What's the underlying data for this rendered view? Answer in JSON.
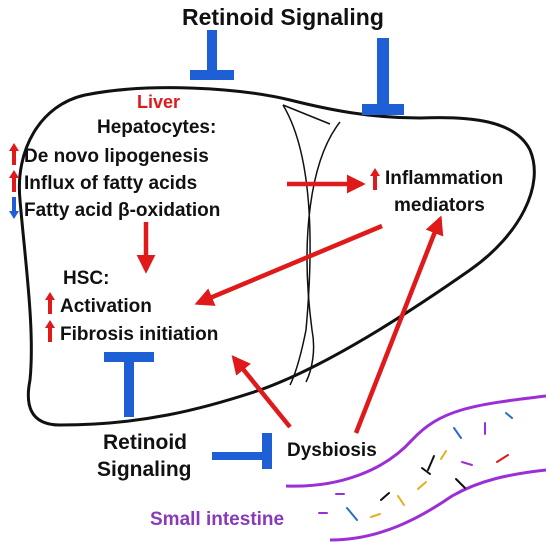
{
  "colors": {
    "inhibit": "#1f5fd6",
    "increase": "#e0191b",
    "decrease": "#1f5fd6",
    "outline": "#111111",
    "liver_label": "#e0191b",
    "intestine": "#9b2fd6",
    "intestine_label": "#8a3ab9",
    "microbe_colors": [
      "#2b6cc4",
      "#9b2fd6",
      "#111111",
      "#e0b020",
      "#e0191b"
    ]
  },
  "labels": {
    "retinoid_top": "Retinoid Signaling",
    "liver": "Liver",
    "hepatocytes": "Hepatocytes:",
    "lipogenesis": "De novo lipogenesis",
    "fatty_influx": "Influx of fatty acids",
    "beta_oxidation": "Fatty acid β-oxidation",
    "inflammation_1": "Inflammation",
    "inflammation_2": "mediators",
    "hsc": "HSC:",
    "activation": "Activation",
    "fibrosis": "Fibrosis initiation",
    "retinoid_bottom_1": "Retinoid",
    "retinoid_bottom_2": "Signaling",
    "dysbiosis": "Dysbiosis",
    "small_intestine": "Small intestine"
  },
  "indicators": {
    "lipogenesis": "increase-arrow-icon",
    "fatty_influx": "increase-arrow-icon",
    "beta_oxidation": "decrease-arrow-icon",
    "inflammation": "increase-arrow-icon",
    "activation": "increase-arrow-icon",
    "fibrosis": "increase-arrow-icon"
  }
}
